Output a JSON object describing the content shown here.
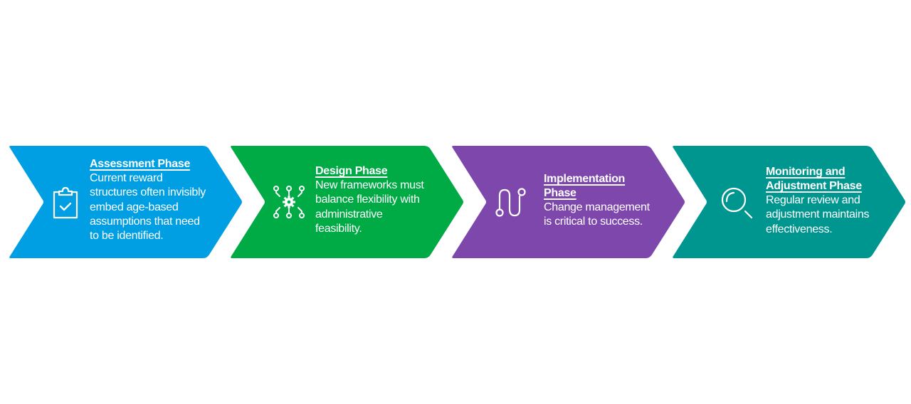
{
  "diagram": {
    "type": "process-chevron-flow",
    "phases": [
      {
        "title": "Assessment Phase",
        "body": "Current reward\nstructures often invisibly\nembed age-based\nassumptions that need\nto be identified.",
        "icon": "clipboard-check-icon",
        "color": "#009fe3"
      },
      {
        "title": "Design Phase",
        "body": "New frameworks must\nbalance flexibility with\nadministrative\nfeasibility.",
        "icon": "gear-network-icon",
        "color": "#00aa45"
      },
      {
        "title": "Implementation\nPhase",
        "body": "Change management\nis critical to success.",
        "icon": "path-route-icon",
        "color": "#7e47ac"
      },
      {
        "title": "Monitoring and\nAdjustment Phase",
        "body": "Regular review and\nadjustment maintains\neffectiveness.",
        "icon": "magnifier-icon",
        "color": "#009690"
      }
    ]
  }
}
